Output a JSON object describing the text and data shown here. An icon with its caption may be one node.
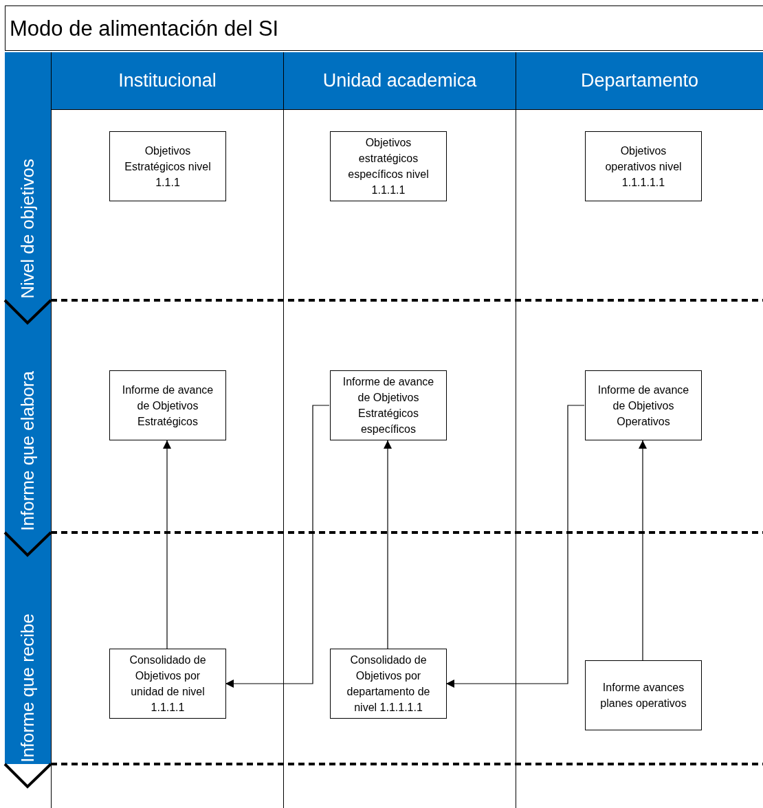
{
  "diagram": {
    "title": "Modo de alimentación del SI",
    "nodes": [
      {
        "text": [
          "Institucional"
        ]
      },
      {
        "text": [
          "Unidad academica"
        ]
      },
      {
        "text": [
          "Departamento"
        ]
      },
      {
        "text": [
          "Nivel de objetivos"
        ]
      },
      {
        "text": [
          "Informe que elabora"
        ]
      },
      {
        "text": [
          "Informe que recibe"
        ]
      },
      {
        "text": [
          "Objetivos Estratégicos nivel 1.1.1"
        ],
        "in": 0
      },
      {
        "text": [
          "Objetivos estratégicos específicos nivel 1.1.1.1"
        ],
        "in": 1
      },
      {
        "text": [
          "Objetivos operativos nivel 1.1.1.1.1"
        ],
        "in": 2
      },
      {
        "text": [
          "Informe de avance de Objetivos Estratégicos"
        ],
        "in": 0
      },
      {
        "text": [
          "Informe de avance de Objetivos Estratégicos específicos"
        ],
        "in": 1
      },
      {
        "text": [
          "Informe de avance de Objetivos Operativos"
        ],
        "in": 2
      },
      {
        "text": [
          "Consolidado de Objetivos por unidad de nivel 1.1.1.1"
        ],
        "in": 0
      },
      {
        "text": [
          "Consolidado de Objetivos por departamento de nivel 1.1.1.1.1"
        ],
        "in": 1
      },
      {
        "text": [
          "Informe avances planes operativos"
        ],
        "in": 2
      }
    ],
    "edges": [
      {
        "from": 12,
        "to": 9,
        "arrow": "to"
      },
      {
        "from": 13,
        "to": 10,
        "arrow": "to"
      },
      {
        "from": 14,
        "to": 11,
        "arrow": "to"
      },
      {
        "from": 10,
        "to": 12,
        "arrow": "to"
      },
      {
        "from": 11,
        "to": 13,
        "arrow": "to"
      }
    ]
  }
}
